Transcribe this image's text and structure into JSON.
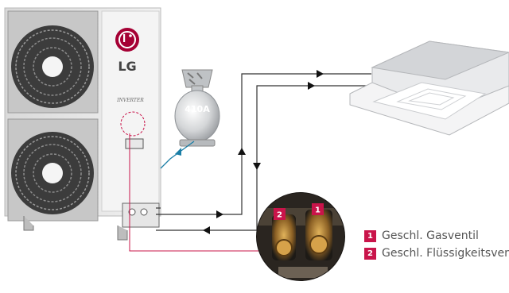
{
  "unit": {
    "brand": "LG",
    "model_text": "INVERTER"
  },
  "cylinder": {
    "label": "410A"
  },
  "callouts": {
    "one": "1",
    "two": "2"
  },
  "legend": [
    {
      "number": "1",
      "label": "Geschl. Gasventil"
    },
    {
      "number": "2",
      "label": "Geschl. Flüssigkeitsventil"
    }
  ],
  "colors": {
    "accent": "#c9144a",
    "pipe": "#333333",
    "hose": "#1a7ea6",
    "brand": "#a50034"
  },
  "icons": [
    "lg-logo-icon",
    "refrigerant-cylinder-icon",
    "ceiling-cassette-icon",
    "outdoor-unit-icon",
    "valve-photo-icon"
  ]
}
